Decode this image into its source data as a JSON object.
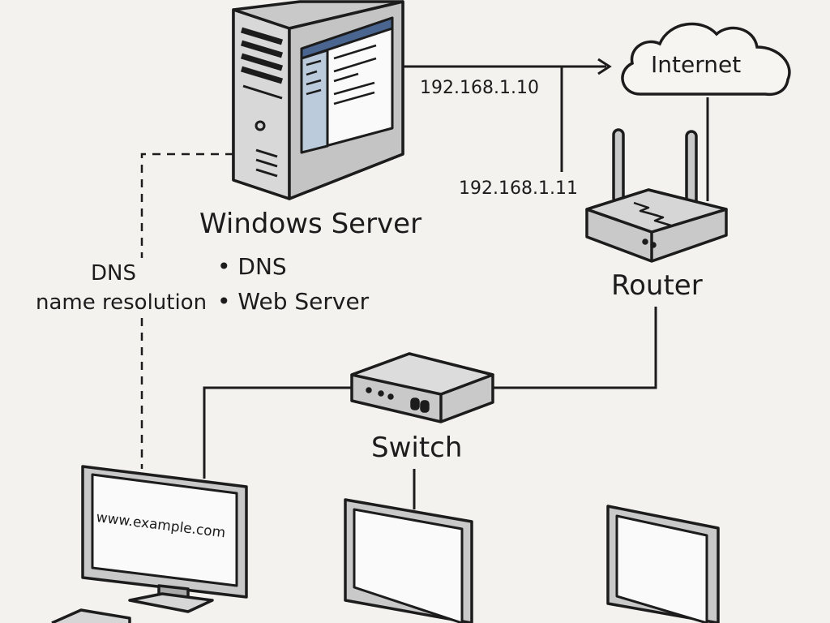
{
  "diagram": {
    "title": "Windows Server network diagram",
    "server": {
      "label": "Windows Server",
      "roles": [
        "DNS",
        "Web Server"
      ],
      "bullet": "•"
    },
    "internet": {
      "label": "Internet"
    },
    "router": {
      "label": "Router"
    },
    "switch": {
      "label": "Switch"
    },
    "ip_addresses": [
      "192.168.1.10",
      "192.168.1.11"
    ],
    "dns_link": {
      "line1": "DNS",
      "line2": "name resolution"
    },
    "clients": [
      {
        "screen_text": "www.example.com"
      },
      {
        "screen_text": ""
      },
      {
        "screen_text": ""
      }
    ],
    "colors": {
      "background": "#f4f2ee",
      "stroke": "#1c1c1c",
      "device_gray": "#c9c9c9",
      "device_light": "#e4e4e4",
      "window_blue": "#4a6690",
      "sidebar_blue": "#bccbdc",
      "screen": "#fafafa"
    }
  }
}
